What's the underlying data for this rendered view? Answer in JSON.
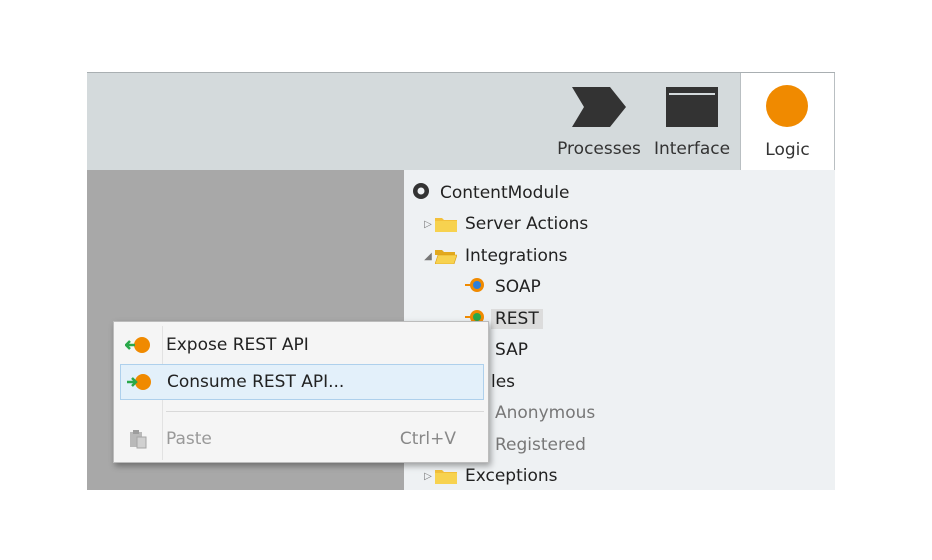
{
  "toolbar": {
    "tabs": [
      {
        "label": "Processes",
        "icon": "chevron-shape-icon"
      },
      {
        "label": "Interface",
        "icon": "window-icon"
      },
      {
        "label": "Logic",
        "icon": "orange-circle-icon",
        "selected": true
      }
    ]
  },
  "tree": {
    "root": "ContentModule",
    "items": [
      {
        "label": "Server Actions",
        "icon": "folder-icon",
        "expander": "collapsed"
      },
      {
        "label": "Integrations",
        "icon": "folder-open-icon",
        "expander": "expanded"
      },
      {
        "label": "SOAP",
        "icon": "soap-icon"
      },
      {
        "label": "REST",
        "icon": "rest-icon",
        "selected": true
      },
      {
        "label": "SAP",
        "icon": "sap-icon"
      },
      {
        "label": "les",
        "icon": "roles-folder-icon"
      },
      {
        "label": "Anonymous",
        "icon": "role-icon"
      },
      {
        "label": "Registered",
        "icon": "role-icon"
      },
      {
        "label": "Exceptions",
        "icon": "folder-icon",
        "expander": "collapsed"
      }
    ]
  },
  "context_menu": {
    "items": [
      {
        "label": "Expose REST API",
        "icon": "expose-api-icon"
      },
      {
        "label": "Consume REST API...",
        "icon": "consume-api-icon",
        "hovered": true
      },
      {
        "label": "Paste",
        "shortcut": "Ctrl+V",
        "icon": "paste-icon",
        "disabled": true
      }
    ]
  },
  "colors": {
    "toolbar_bg": "#d4dadc",
    "tree_bg": "#eef1f3",
    "canvas_bg": "#a8a8a8",
    "logic_orange": "#f08a00",
    "menu_hover": "#e3f0fa"
  }
}
